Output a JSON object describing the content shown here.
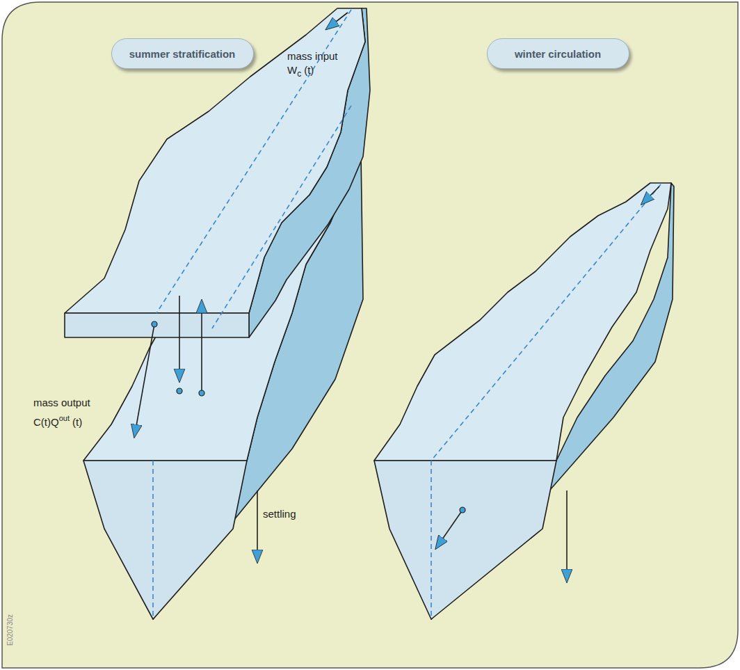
{
  "diagram": {
    "nodes": [
      {
        "text": [
          "summer stratification"
        ]
      },
      {
        "text": [
          "winter circulation"
        ]
      }
    ],
    "labels": [
      "mass input",
      "W",
      "c",
      "(t)",
      "mass output",
      "C(t)Q",
      "out",
      "(t)",
      "settling",
      "E020730z"
    ]
  }
}
